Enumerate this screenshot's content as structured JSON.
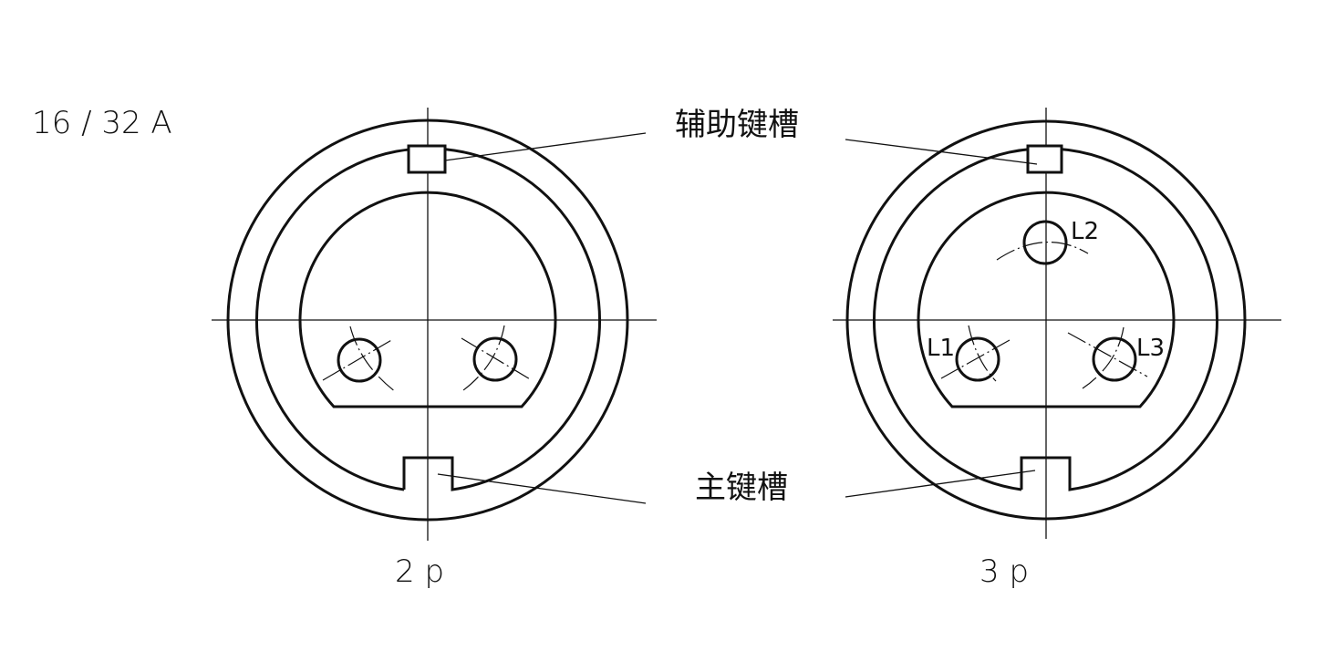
{
  "rating": "16 / 32 A",
  "labels": {
    "auxiliary_keyway": "辅助键槽",
    "main_keyway": "主键槽"
  },
  "diagrams": [
    {
      "caption": "2 p",
      "pins": []
    },
    {
      "caption": "3 p",
      "pins": [
        "L1",
        "L2",
        "L3"
      ]
    }
  ],
  "colors": {
    "line": "#111111",
    "background": "#ffffff"
  }
}
